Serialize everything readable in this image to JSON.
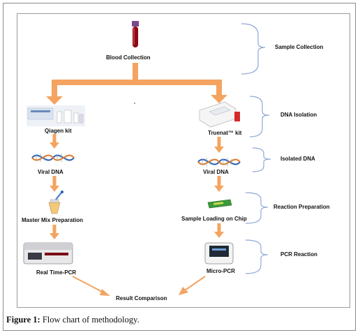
{
  "steps": {
    "blood_collection": "Blood Collection",
    "qiagen_kit": "Qiagen kit",
    "truenat_kit": "Truenat™ kit",
    "viral_dna_left": "Viral DNA",
    "viral_dna_right": "Viral DNA",
    "master_mix": "Master Mix Preparation",
    "sample_loading": "Sample Loading on Chip",
    "real_time_pcr": "Real Time-PCR",
    "micro_pcr": "Micro-PCR",
    "result": "Result Comparison"
  },
  "stages": {
    "sample_collection": "Sample Collection",
    "dna_isolation": "DNA Isolation",
    "isolated_dna": "Isolated DNA",
    "reaction_preparation": "Reaction Preparation",
    "pcr_reaction": "PCR Reaction"
  },
  "caption": {
    "label": "Figure 1:",
    "text": " Flow chart of methodology."
  },
  "colors": {
    "arrow": "#f4a460",
    "brace": "#8fa8d6",
    "blood": "#8b0a14",
    "dna_blue": "#2a5fb0",
    "dna_orange": "#e07a2a",
    "chip_green": "#3a9a3a"
  }
}
